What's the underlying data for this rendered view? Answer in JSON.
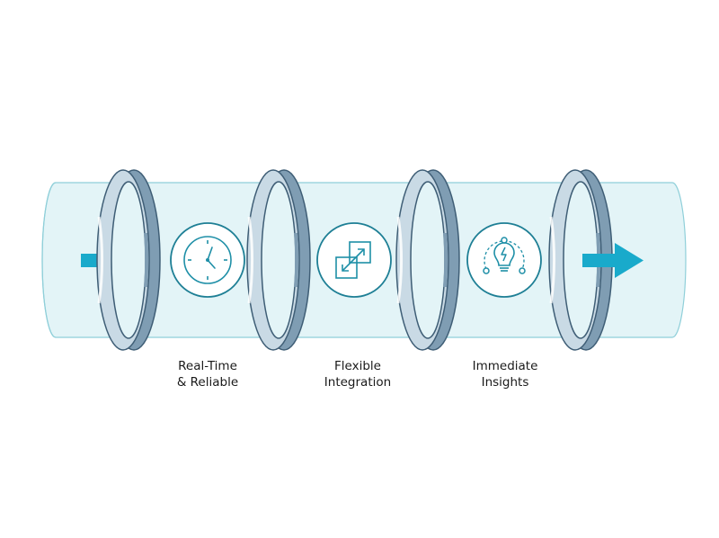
{
  "colors": {
    "tube_fill": "#e3f4f7",
    "tube_stroke": "#8fcfd9",
    "ring_dark": "#7f9db3",
    "ring_light": "#c9dae5",
    "ring_outline": "#3f5e76",
    "accent": "#19aacb",
    "icon_stroke": "#1e8fa7"
  },
  "stages": [
    {
      "icon": "clock-icon",
      "label_lines": [
        "Real-Time",
        "& Reliable"
      ]
    },
    {
      "icon": "integration-arrows-icon",
      "label_lines": [
        "Flexible",
        "Integration"
      ]
    },
    {
      "icon": "lightbulb-icon",
      "label_lines": [
        "Immediate",
        "Insights"
      ]
    }
  ]
}
